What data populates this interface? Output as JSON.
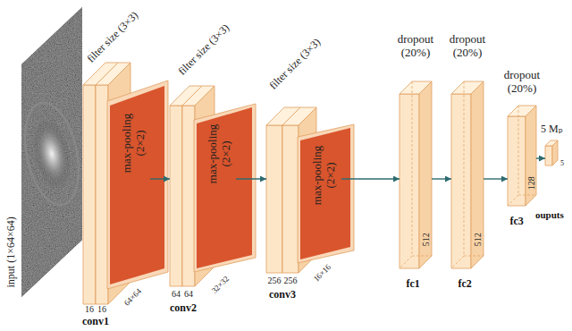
{
  "diagram": {
    "nodes": [
      {
        "text": [
          "input (1×64×64)"
        ]
      },
      {
        "text": [
          "filter size (3×3)",
          "16",
          "16",
          "64×64",
          "conv1"
        ]
      },
      {
        "text": [
          "max-pooling (2×2)"
        ],
        "in": 1
      },
      {
        "text": [
          "filter size (3×3)",
          "64",
          "64",
          "32×32",
          "conv2"
        ]
      },
      {
        "text": [
          "max-pooling (2×2)"
        ],
        "in": 3
      },
      {
        "text": [
          "filter size (3×3)",
          "256",
          "256",
          "16×16",
          "conv3"
        ]
      },
      {
        "text": [
          "max-pooling (2×2)"
        ],
        "in": 5
      },
      {
        "text": [
          "dropout (20%)",
          "512",
          "fc1"
        ]
      },
      {
        "text": [
          "dropout (20%)",
          "512",
          "fc2"
        ]
      },
      {
        "text": [
          "dropout (20%)",
          "128",
          "fc3"
        ]
      },
      {
        "text": [
          "5 Mₚ",
          "5",
          "ouputs"
        ]
      }
    ],
    "edges": [
      {
        "from": 2,
        "to": 3,
        "arrow": "to"
      },
      {
        "from": 4,
        "to": 5,
        "arrow": "to"
      },
      {
        "from": 6,
        "to": 7,
        "arrow": "to"
      },
      {
        "from": 7,
        "to": 8,
        "arrow": "to"
      },
      {
        "from": 8,
        "to": 9,
        "arrow": "to"
      },
      {
        "from": 9,
        "to": 10,
        "arrow": "to"
      }
    ]
  }
}
